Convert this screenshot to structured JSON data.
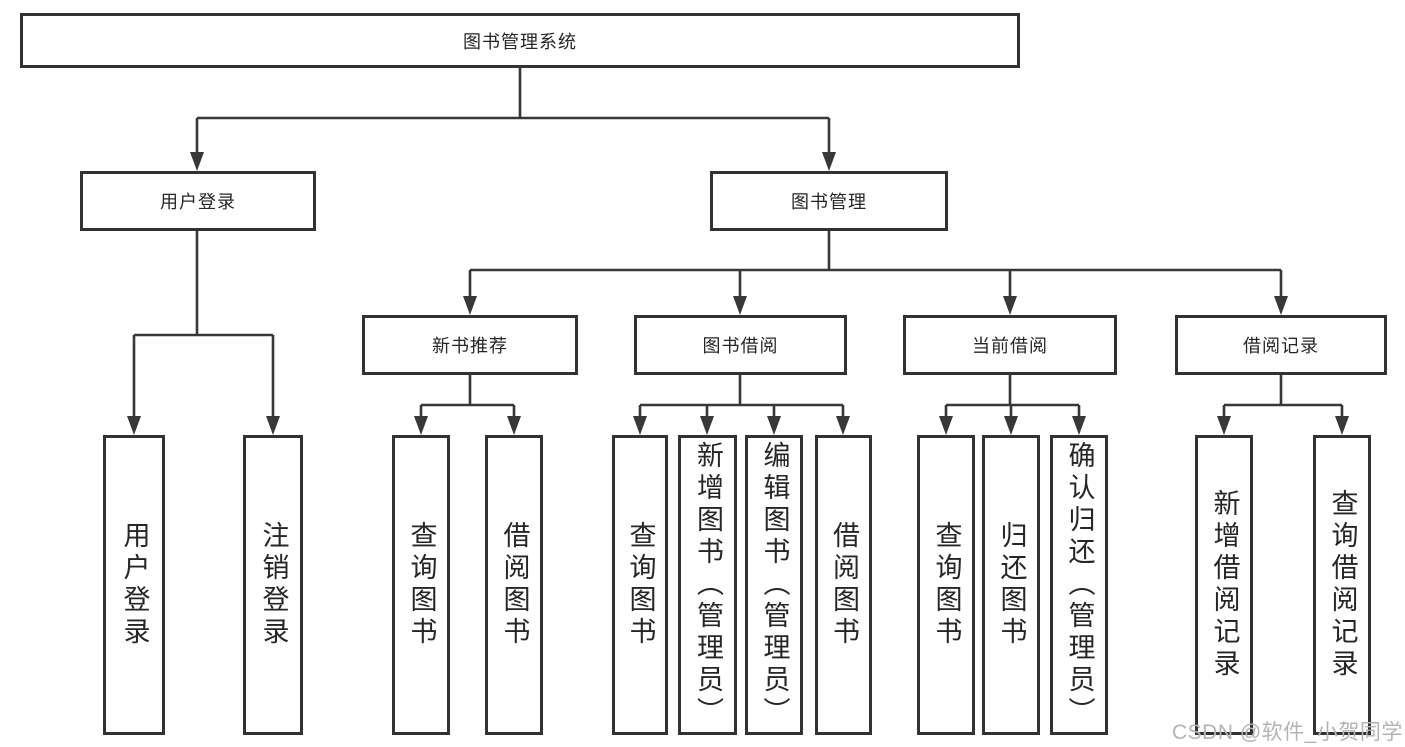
{
  "title": "图书管理系统",
  "level2": {
    "user_login": "用户登录",
    "book_mgmt": "图书管理"
  },
  "level3": {
    "new_book_rec": "新书推荐",
    "book_borrow": "图书借阅",
    "current_borrow": "当前借阅",
    "borrow_records": "借阅记录"
  },
  "leaves": {
    "user_login": [
      "用户登录",
      "注销登录"
    ],
    "new_book_rec": [
      "查询图书",
      "借阅图书"
    ],
    "book_borrow": [
      "查询图书",
      "新增图书（管理员）",
      "编辑图书（管理员）",
      "借阅图书"
    ],
    "current_borrow": [
      "查询图书",
      "归还图书",
      "确认归还（管理员）"
    ],
    "borrow_records": [
      "新增借阅记录",
      "查询借阅记录"
    ]
  },
  "edges": [
    {
      "from": "图书管理系统",
      "to": [
        "用户登录",
        "图书管理"
      ]
    },
    {
      "from": "用户登录",
      "to": [
        "用户登录",
        "注销登录"
      ]
    },
    {
      "from": "图书管理",
      "to": [
        "新书推荐",
        "图书借阅",
        "当前借阅",
        "借阅记录"
      ]
    },
    {
      "from": "新书推荐",
      "to": [
        "查询图书",
        "借阅图书"
      ]
    },
    {
      "from": "图书借阅",
      "to": [
        "查询图书",
        "新增图书（管理员）",
        "编辑图书（管理员）",
        "借阅图书"
      ]
    },
    {
      "from": "当前借阅",
      "to": [
        "查询图书",
        "归还图书",
        "确认归还（管理员）"
      ]
    },
    {
      "from": "借阅记录",
      "to": [
        "新增借阅记录",
        "查询借阅记录"
      ]
    }
  ],
  "watermark": "CSDN @软件_小贺同学",
  "colors": {
    "line": "#383838",
    "border": "#323232",
    "text": "#262626",
    "watermark": "#b4b4b4",
    "background": "#ffffff"
  }
}
